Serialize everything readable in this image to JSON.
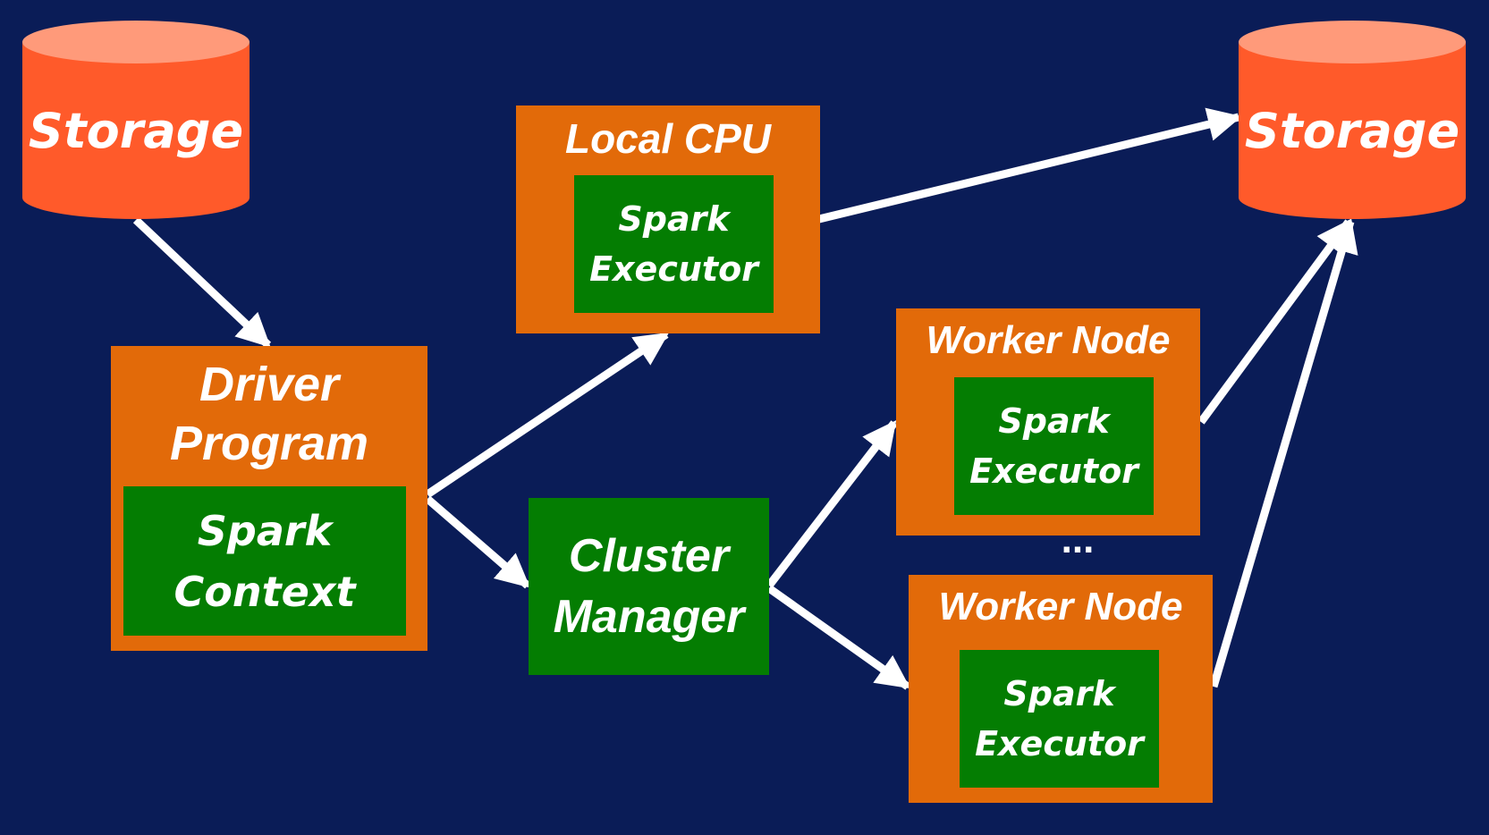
{
  "colors": {
    "background": "#0a1c57",
    "storage_fill": "#ff5a2a",
    "storage_top": "#ff9a7a",
    "box_orange": "#e26a09",
    "box_green": "#047d02",
    "arrow": "#ffffff"
  },
  "storage_left": {
    "label": "Storage"
  },
  "storage_right": {
    "label": "Storage"
  },
  "local_cpu": {
    "title": "Local CPU",
    "executor_line1": "Spark",
    "executor_line2": "Executor"
  },
  "driver": {
    "title_line1": "Driver",
    "title_line2": "Program",
    "context_line1": "Spark",
    "context_line2": "Context"
  },
  "cluster_manager": {
    "line1": "Cluster",
    "line2": "Manager"
  },
  "worker1": {
    "title": "Worker Node",
    "executor_line1": "Spark",
    "executor_line2": "Executor"
  },
  "worker2": {
    "title": "Worker Node",
    "executor_line1": "Spark",
    "executor_line2": "Executor"
  },
  "ellipsis": "..."
}
